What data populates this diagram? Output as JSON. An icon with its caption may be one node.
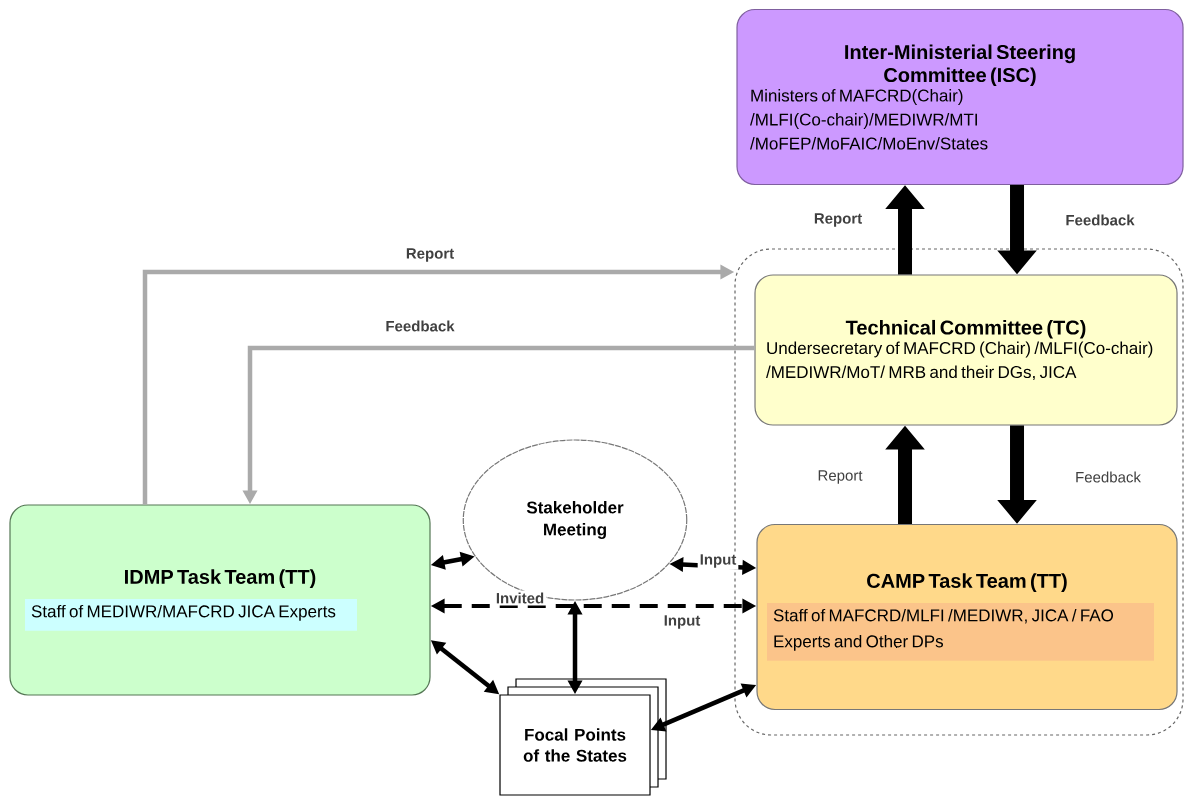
{
  "diagram": {
    "nodes": [
      {
        "text": [
          "Inter-Ministerial Steering Committee (ISC)",
          "Ministers of MAFCRD(Chair) /MLFI(Co-chair)/MEDIWR/MTI /MoFEP/MoFAIC/MoEnv/States"
        ]
      },
      {
        "text": [],
        "shape": "box"
      },
      {
        "text": [
          "Technical Committee (TC)",
          "Undersecretary of MAFCRD (Chair) /MLFI(Co-chair) /MEDIWR/MoT/ MRB and their DGs, JICA"
        ],
        "in": 1
      },
      {
        "text": [
          "IDMP Task Team (TT)",
          "Staff of MEDIWR/MAFCRD JICA Experts"
        ]
      },
      {
        "text": [
          "Stakeholder Meeting"
        ]
      },
      {
        "text": [
          "CAMP Task Team (TT)",
          "Staff of MAFCRD/MLFI /MEDIWR, JICA / FAO Experts and Other DPs"
        ],
        "in": 1
      },
      {
        "text": [
          "Focal Points of the States"
        ]
      }
    ],
    "edges": [
      {
        "from": 3,
        "to": 1,
        "arrow": "to",
        "label": "Report",
        "color": "#aaaaaa"
      },
      {
        "from": 2,
        "to": 3,
        "arrow": "to",
        "label": "Feedback",
        "color": "#aaaaaa"
      },
      {
        "from": 2,
        "to": 0,
        "arrow": "to",
        "label": "Report",
        "style": "thick"
      },
      {
        "from": 0,
        "to": 2,
        "arrow": "to",
        "label": "Feedback",
        "style": "thick"
      },
      {
        "from": 5,
        "to": 2,
        "arrow": "to",
        "label": "Report",
        "style": "thick"
      },
      {
        "from": 2,
        "to": 5,
        "arrow": "to",
        "label": "Feedback",
        "style": "thick"
      },
      {
        "from": 3,
        "to": 4,
        "arrow": "both"
      },
      {
        "from": 4,
        "to": 5,
        "arrow": "both",
        "label": "Input"
      },
      {
        "from": 3,
        "to": 5,
        "arrow": "both",
        "label": "Invited",
        "style": "dashed"
      },
      {
        "from": 4,
        "to": 6,
        "arrow": "both"
      },
      {
        "from": 3,
        "to": 6,
        "arrow": "both"
      },
      {
        "from": 6,
        "to": 5,
        "arrow": "both"
      }
    ],
    "labels": [
      "Input"
    ]
  }
}
